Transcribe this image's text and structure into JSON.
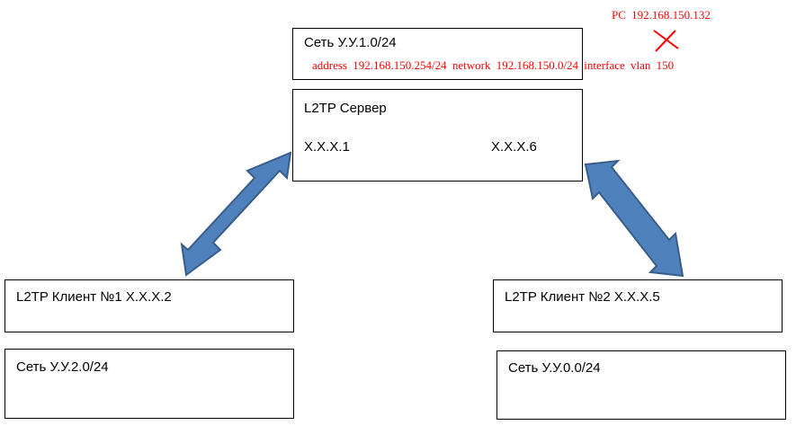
{
  "colors": {
    "arrow_fill": "#4f81bd",
    "arrow_stroke": "#385d8a",
    "annotation": "#ff0000",
    "box_border": "#000000"
  },
  "annotation": {
    "pc_label": "PC  192.168.150.132",
    "config_line": "address  192.168.150.254/24  network  192.168.150.0/24  interface  vlan  150",
    "cross_icon": "x-mark"
  },
  "server_network": {
    "label": "Сеть У.У.1.0/24"
  },
  "server": {
    "title": "L2TP Сервер",
    "addr_left": "X.X.X.1",
    "addr_right": "X.X.X.6"
  },
  "client1": {
    "label": "L2TP Клиент №1   X.X.X.2"
  },
  "client1_network": {
    "label": "Сеть У.У.2.0/24"
  },
  "client2": {
    "label": "L2TP Клиент №2    X.X.X.5"
  },
  "client2_network": {
    "label": "Сеть У.У.0.0/24"
  }
}
